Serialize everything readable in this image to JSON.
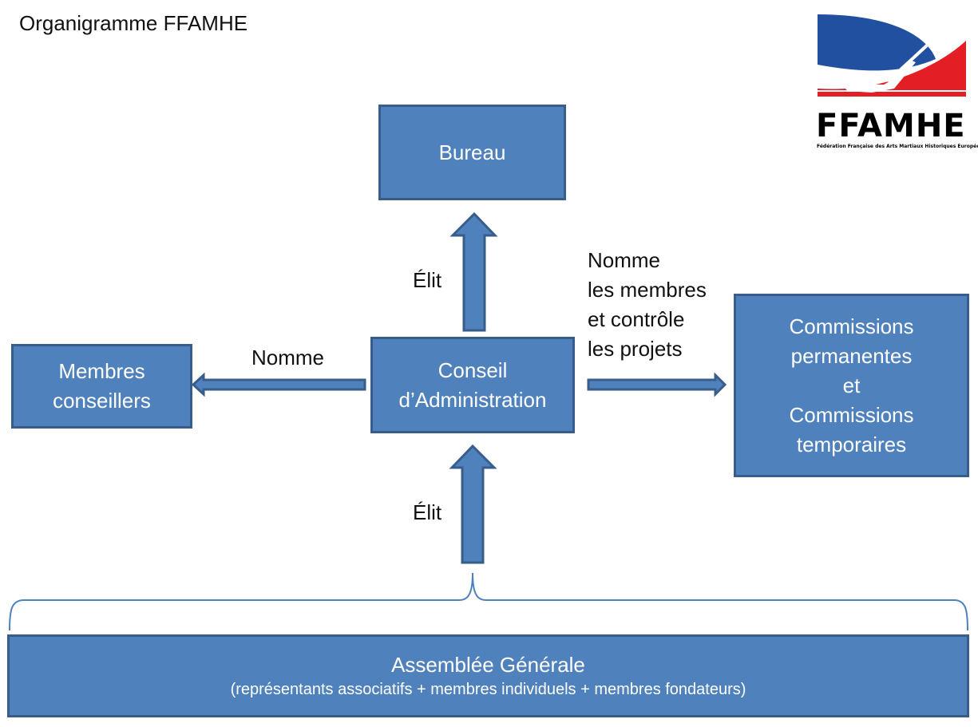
{
  "title": "Organigramme FFAMHE",
  "logo": {
    "text": "FFAMHE",
    "tagline": "Fédération Française des Arts Martiaux Historiques Européens",
    "colors": {
      "blue": "#2250a0",
      "red": "#e31e24"
    }
  },
  "nodes": {
    "bureau": {
      "lines": [
        "Bureau"
      ]
    },
    "conseil": {
      "lines": [
        "Conseil",
        "d’Administration"
      ]
    },
    "membres": {
      "lines": [
        "Membres",
        "conseillers"
      ]
    },
    "commissions": {
      "lines": [
        "Commissions",
        "permanentes",
        "et",
        "Commissions",
        "temporaires"
      ]
    },
    "assemblee": {
      "title": "Assemblée Générale",
      "subtitle": "(représentants associatifs + membres individuels + membres fondateurs)"
    }
  },
  "edges": {
    "ca_to_bureau": "Élit",
    "ag_to_ca": "Élit",
    "ca_to_membres": "Nomme",
    "ca_to_commissions": [
      "Nomme",
      "les membres",
      "et contrôle",
      "les projets"
    ]
  },
  "colors": {
    "box_fill": "#4f81bd",
    "box_border": "#385d8a",
    "text_on_box": "#ffffff"
  }
}
